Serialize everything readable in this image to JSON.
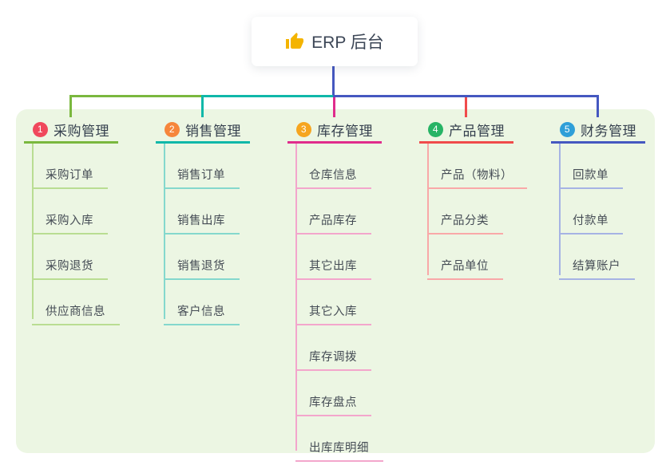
{
  "root": {
    "label": "ERP 后台",
    "icon": "thumbs-up-icon",
    "icon_color": "#f4b400"
  },
  "panel_color": "#ecf6e3",
  "root_line_color": "#4558c0",
  "branches": [
    {
      "badge": "1",
      "badge_color": "#f0485c",
      "title": "采购管理",
      "color": "#7ab83e",
      "light_color": "#b9dd92",
      "children": [
        "采购订单",
        "采购入库",
        "采购退货",
        "供应商信息"
      ]
    },
    {
      "badge": "2",
      "badge_color": "#f6863b",
      "title": "销售管理",
      "color": "#0fb8a9",
      "light_color": "#84d8cd",
      "children": [
        "销售订单",
        "销售出库",
        "销售退货",
        "客户信息"
      ]
    },
    {
      "badge": "3",
      "badge_color": "#f6a51f",
      "title": "库存管理",
      "color": "#e02c8c",
      "light_color": "#f3a6cc",
      "children": [
        "仓库信息",
        "产品库存",
        "其它出库",
        "其它入库",
        "库存调拨",
        "库存盘点",
        "出库库明细"
      ]
    },
    {
      "badge": "4",
      "badge_color": "#27b465",
      "title": "产品管理",
      "color": "#f04b4b",
      "light_color": "#f9a8a8",
      "children": [
        "产品（物料）",
        "产品分类",
        "产品单位"
      ]
    },
    {
      "badge": "5",
      "badge_color": "#2f9fd8",
      "title": "财务管理",
      "color": "#4558c0",
      "light_color": "#a6b3e4",
      "children": [
        "回款单",
        "付款单",
        "结算账户"
      ]
    }
  ]
}
